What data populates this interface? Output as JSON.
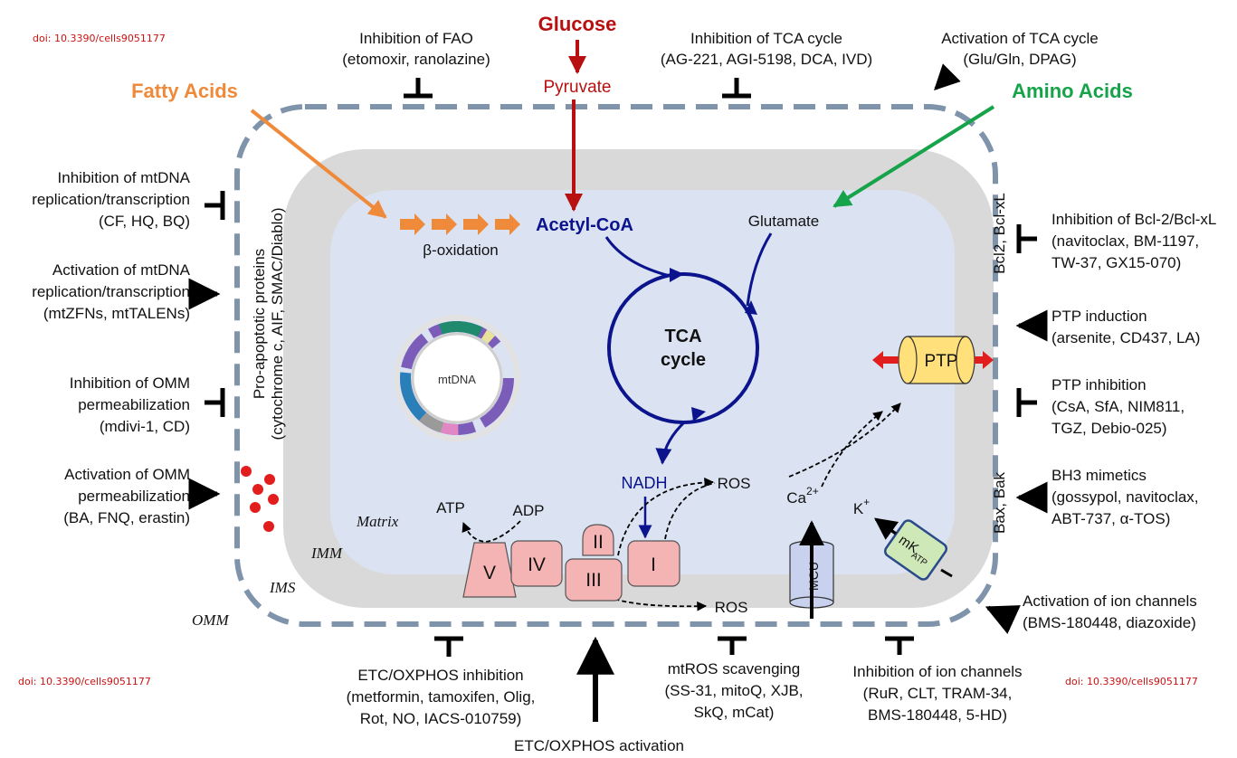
{
  "colors": {
    "glucose": "#b81010",
    "fatty": "#ef8a3a",
    "amino": "#16a34a",
    "navy": "#0b148c",
    "membrane": "#7f93ab",
    "imm_fill": "#d9d9d9",
    "matrix_fill": "#dbe3f3",
    "complex_fill": "#f5b4b4",
    "ptp_fill": "#ffe07a",
    "mcu_fill": "#c8d2ee",
    "mkatp_fill": "#cfe8b8",
    "red": "#e11d1d",
    "doi": "#cc1111"
  },
  "doi_labels": [
    "doi: 10.3390/cells9051177",
    "doi: 10.3390/cells9051177",
    "doi: 10.3390/cells9051177"
  ],
  "substrates": {
    "glucose": "Glucose",
    "pyruvate": "Pyruvate",
    "fatty_acids": "Fatty Acids",
    "amino_acids": "Amino Acids"
  },
  "matrix": {
    "acetyl_coa": "Acetyl-CoA",
    "beta_oxidation": "β-oxidation",
    "glutamate": "Glutamate",
    "tca_line1": "TCA",
    "tca_line2": "cycle",
    "nadh": "NADH",
    "ros_upper": "ROS",
    "ros_lower": "ROS",
    "atp": "ATP",
    "adp": "ADP",
    "ca": "Ca",
    "ca_sup": "2+",
    "k": "K",
    "k_sup": "+",
    "mtdna": "mtDNA",
    "ptp": "PTP",
    "mcu": "MCU",
    "mkatp_main": "mK",
    "mkatp_sub": "ATP"
  },
  "compartments": {
    "matrix": "Matrix",
    "imm": "IMM",
    "ims": "IMS",
    "omm": "OMM"
  },
  "complexes": [
    "V",
    "IV",
    "III",
    "II",
    "I"
  ],
  "side_vertical": {
    "pro_apoptotic_line1": "Pro-apoptotic proteins",
    "pro_apoptotic_line2": "(cytochrome c, AIF, SMAC/Diablo)",
    "bcl2": "Bcl2, Bcl-xL",
    "bax": "Bax, Bak"
  },
  "top_labels": {
    "fao": [
      "Inhibition of FAO",
      "(etomoxir, ranolazine)"
    ],
    "tca_inhib": [
      "Inhibition of TCA cycle",
      "(AG-221, AGI-5198, DCA, IVD)"
    ],
    "tca_act": [
      "Activation of TCA cycle",
      "(Glu/Gln, DPAG)"
    ]
  },
  "left_labels": {
    "mtdna_inhib": [
      "Inhibition of mtDNA",
      "replication/transcription",
      "(CF, HQ, BQ)"
    ],
    "mtdna_act": [
      "Activation of mtDNA",
      "replication/transcription",
      "(mtZFNs, mtTALENs)"
    ],
    "omm_inhib": [
      "Inhibition of OMM",
      "permeabilization",
      "(mdivi-1, CD)"
    ],
    "omm_act": [
      "Activation of OMM",
      "permeabilization",
      "(BA, FNQ, erastin)"
    ]
  },
  "right_labels": {
    "bcl_inhib": [
      "Inhibition of Bcl-2/Bcl-xL",
      "(navitoclax, BM-1197,",
      "TW-37, GX15-070)"
    ],
    "ptp_ind": [
      "PTP induction",
      "(arsenite, CD437, LA)"
    ],
    "ptp_inhib": [
      "PTP inhibition",
      "(CsA, SfA, NIM811,",
      "TGZ, Debio-025)"
    ],
    "bh3": [
      "BH3 mimetics",
      "(gossypol, navitoclax,",
      "ABT-737, α-TOS)"
    ],
    "ion_act": [
      "Activation of ion channels",
      "(BMS-180448, diazoxide)"
    ]
  },
  "bottom_labels": {
    "etc_inhib": [
      "ETC/OXPHOS inhibition",
      "(metformin, tamoxifen, Olig,",
      "Rot, NO, IACS-010759)"
    ],
    "etc_act": "ETC/OXPHOS activation",
    "mtros": [
      "mtROS scavenging",
      "(SS-31, mitoQ, XJB,",
      "SkQ, mCat)"
    ],
    "ion_inhib": [
      "Inhibition of ion channels",
      "(RuR, CLT, TRAM-34,",
      "BMS-180448, 5-HD)"
    ]
  }
}
